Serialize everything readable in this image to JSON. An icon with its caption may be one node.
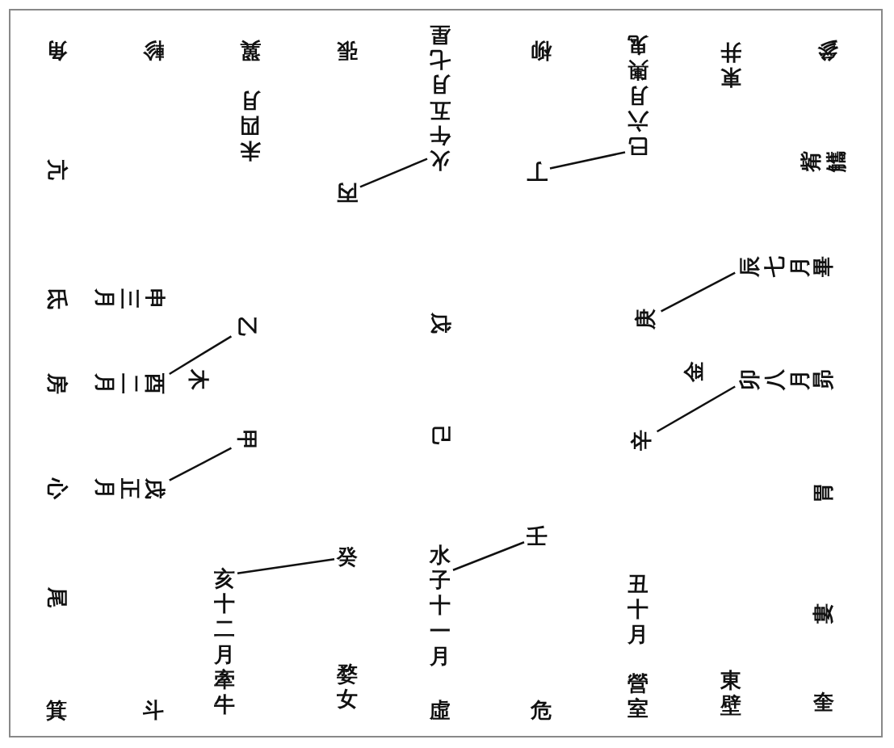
{
  "diagram": {
    "nodes": [
      {
        "text": [
          "巳六月輿鬼"
        ]
      },
      {
        "text": [
          "丁"
        ]
      },
      {
        "text": [
          "火午五月七星"
        ]
      },
      {
        "text": [
          "丙"
        ]
      },
      {
        "text": [
          "辰七月"
        ]
      },
      {
        "text": [
          "庚"
        ]
      },
      {
        "text": [
          "乙"
        ]
      },
      {
        "text": [
          "酉二月"
        ]
      },
      {
        "text": [
          "卯八月"
        ]
      },
      {
        "text": [
          "辛"
        ]
      },
      {
        "text": [
          "甲"
        ]
      },
      {
        "text": [
          "戌正月"
        ]
      },
      {
        "text": [
          "壬"
        ]
      },
      {
        "text": [
          "水子十一月"
        ]
      },
      {
        "text": [
          "癸"
        ]
      },
      {
        "text": [
          "亥十二月牽牛"
        ]
      }
    ],
    "edges": [
      {
        "from": 0,
        "to": 1,
        "arrow": "none"
      },
      {
        "from": 2,
        "to": 3,
        "arrow": "none"
      },
      {
        "from": 4,
        "to": 5,
        "arrow": "none"
      },
      {
        "from": 7,
        "to": 6,
        "arrow": "none"
      },
      {
        "from": 8,
        "to": 9,
        "arrow": "none"
      },
      {
        "from": 11,
        "to": 10,
        "arrow": "none"
      },
      {
        "from": 13,
        "to": 12,
        "arrow": "none"
      },
      {
        "from": 15,
        "to": 14,
        "arrow": "none"
      }
    ],
    "labels": [
      "角",
      "軫",
      "翼",
      "張",
      "柳",
      "東井",
      "參",
      "未四月",
      "亢",
      "觜觿",
      "畢",
      "氐",
      "申三月",
      "戊",
      "房",
      "木",
      "金",
      "昴",
      "己",
      "心",
      "胃",
      "尾",
      "婁",
      "丑十月",
      "箕",
      "斗",
      "婺女",
      "虛",
      "危",
      "營室",
      "東壁",
      "奎"
    ]
  }
}
